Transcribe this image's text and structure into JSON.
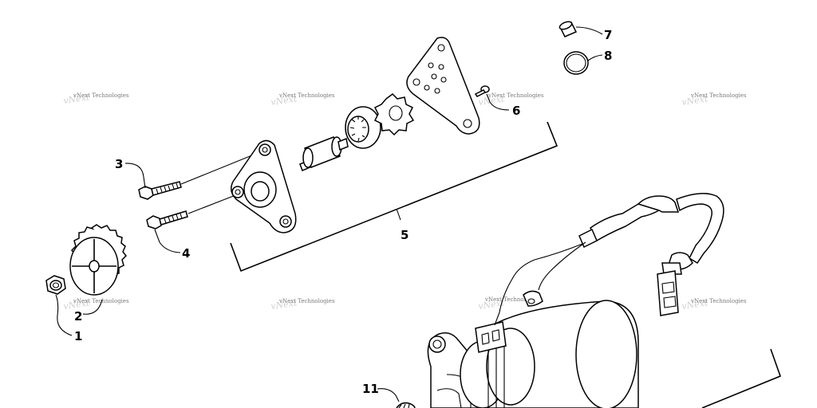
{
  "diagram": {
    "callouts": {
      "c1": "1",
      "c2": "2",
      "c3": "3",
      "c4": "4",
      "c5": "5",
      "c6": "6",
      "c7": "7",
      "c8": "8",
      "c11": "11"
    },
    "watermark": "vNext Technologies"
  }
}
